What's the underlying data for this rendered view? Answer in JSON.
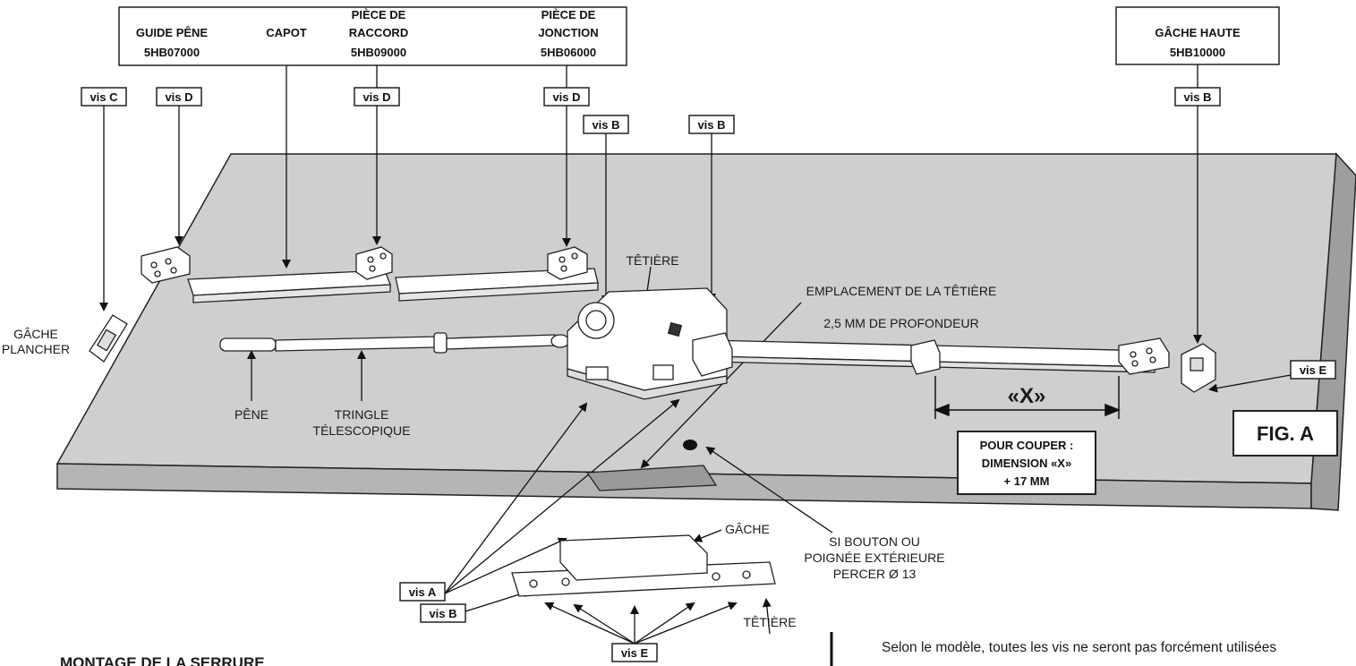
{
  "parts_box": {
    "guide_pene": [
      "GUIDE PÊNE",
      "5HB07000"
    ],
    "capot": "CAPOT",
    "piece_raccord": [
      "PIÈCE DE",
      "RACCORD",
      "5HB09000"
    ],
    "piece_jonction": [
      "PIÈCE DE",
      "JONCTION",
      "5HB06000"
    ]
  },
  "gache_haute": [
    "GÂCHE HAUTE",
    "5HB10000"
  ],
  "screw_tags": {
    "vis_a": "vis A",
    "vis_b": "vis B",
    "vis_c": "vis C",
    "vis_d": "vis D",
    "vis_e": "vis E"
  },
  "labels": {
    "gache_plancher": [
      "GÂCHE",
      "PLANCHER"
    ],
    "tetiere": "TÊTIÈRE",
    "emplacement": "EMPLACEMENT DE LA TÊTIÈRE",
    "profondeur": "2,5 MM DE PROFONDEUR",
    "pene": "PÊNE",
    "tringle": [
      "TRINGLE",
      "TÉLESCOPIQUE"
    ],
    "dimension_x": "«X»",
    "gache": "GÂCHE",
    "bouton": [
      "SI BOUTON OU",
      "POIGNÉE EXTÉRIEURE",
      "PERCER Ø 13"
    ],
    "tetiere_bottom": "TÊTIÈRE"
  },
  "cut_box": [
    "POUR COUPER :",
    "DIMENSION «X»",
    "+ 17 MM"
  ],
  "fig_label": "FIG. A",
  "heading": "MONTAGE DE LA SERRURE",
  "note": "Selon le modèle, toutes les vis ne seront pas forcément utilisées"
}
